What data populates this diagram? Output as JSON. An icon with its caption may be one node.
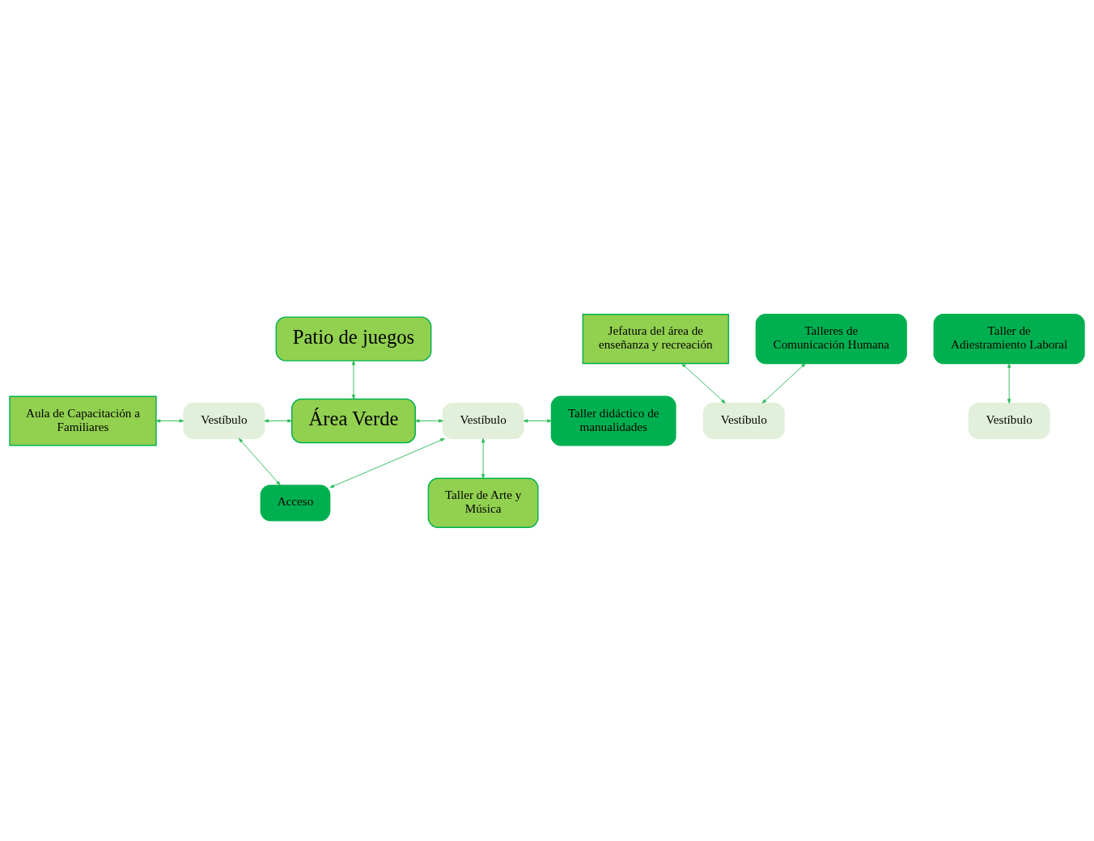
{
  "diagram": {
    "nodes": [
      {
        "text": [
          "Patio de juegos"
        ]
      },
      {
        "text": [
          "Jefatura del área de enseñanza y recreación"
        ]
      },
      {
        "text": [
          "Talleres de Comunicación Humana"
        ]
      },
      {
        "text": [
          "Taller de Adiestramiento Laboral"
        ]
      },
      {
        "text": [
          "Vestíbulo"
        ]
      },
      {
        "text": [
          "Vestíbulo"
        ]
      },
      {
        "text": [
          "Aula de Capacitación a Familiares"
        ]
      },
      {
        "text": [
          "Vestíbulo"
        ]
      },
      {
        "text": [
          "Área Verde"
        ]
      },
      {
        "text": [
          "Vestíbulo"
        ]
      },
      {
        "text": [
          "Taller didáctico de manualidades"
        ]
      },
      {
        "text": [
          "Acceso"
        ]
      },
      {
        "text": [
          "Taller de Arte y Música"
        ]
      }
    ],
    "edges": [
      {
        "from": 2,
        "to": 4,
        "arrow": "both"
      },
      {
        "from": 1,
        "to": 4,
        "arrow": "both"
      },
      {
        "from": 3,
        "to": 5,
        "arrow": "both"
      },
      {
        "from": 6,
        "to": 7,
        "arrow": "both"
      },
      {
        "from": 7,
        "to": 8,
        "arrow": "both"
      },
      {
        "from": 0,
        "to": 8,
        "arrow": "both"
      },
      {
        "from": 8,
        "to": 9,
        "arrow": "both"
      },
      {
        "from": 9,
        "to": 10,
        "arrow": "both"
      },
      {
        "from": 7,
        "to": 11,
        "arrow": "both"
      },
      {
        "from": 11,
        "to": 9,
        "arrow": "both"
      },
      {
        "from": 9,
        "to": 12,
        "arrow": "both"
      }
    ]
  }
}
